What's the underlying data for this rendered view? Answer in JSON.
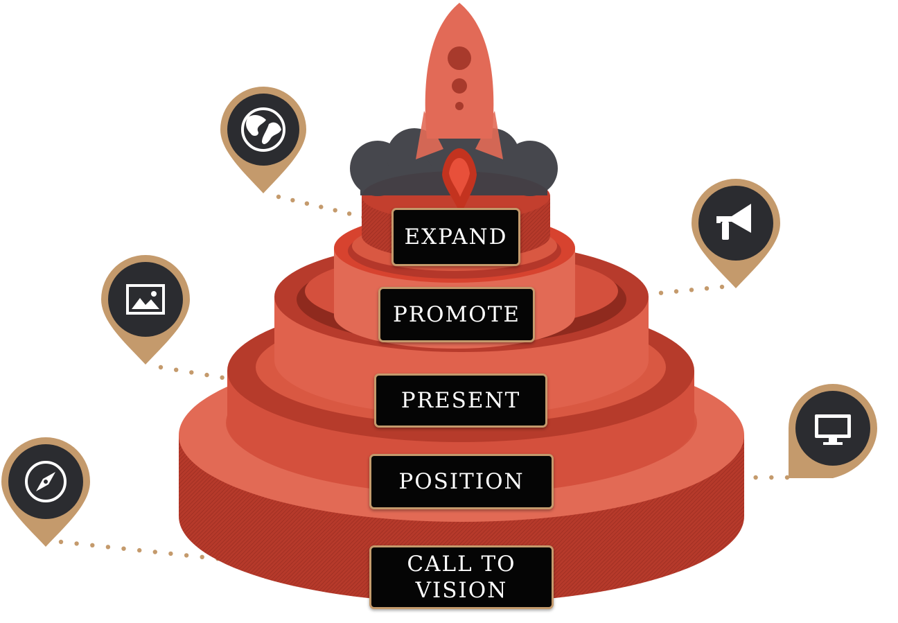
{
  "stages": [
    {
      "id": "expand",
      "label": "EXPAND",
      "icon": "megaphone-icon"
    },
    {
      "id": "promote",
      "label": "PROMOTE",
      "icon": "monitor-icon"
    },
    {
      "id": "present",
      "label": "PRESENT",
      "icon": "image-icon"
    },
    {
      "id": "position",
      "label": "POSITION",
      "icon": "monitor-icon"
    },
    {
      "id": "call",
      "label_line1": "CALL TO",
      "label_line2": "VISION",
      "icon": "compass-icon"
    }
  ],
  "pins": [
    {
      "id": "globe",
      "icon": "globe-icon"
    },
    {
      "id": "megaphone",
      "icon": "megaphone-icon"
    },
    {
      "id": "image",
      "icon": "image-icon"
    },
    {
      "id": "monitor",
      "icon": "monitor-icon"
    },
    {
      "id": "compass",
      "icon": "compass-icon"
    }
  ],
  "colors": {
    "tier_top": "#e16a55",
    "tier_side": "#b8392a",
    "tier_dark": "#8f2a1e",
    "rocket": "#e26a57",
    "rocket_window": "#a83a2c",
    "smoke": "#3f4046",
    "pin_ring": "#c49a6c",
    "pin_core": "#2b2c30",
    "label_bg": "#050505",
    "label_border": "#c49a6c",
    "dots": "#c49a6c"
  }
}
